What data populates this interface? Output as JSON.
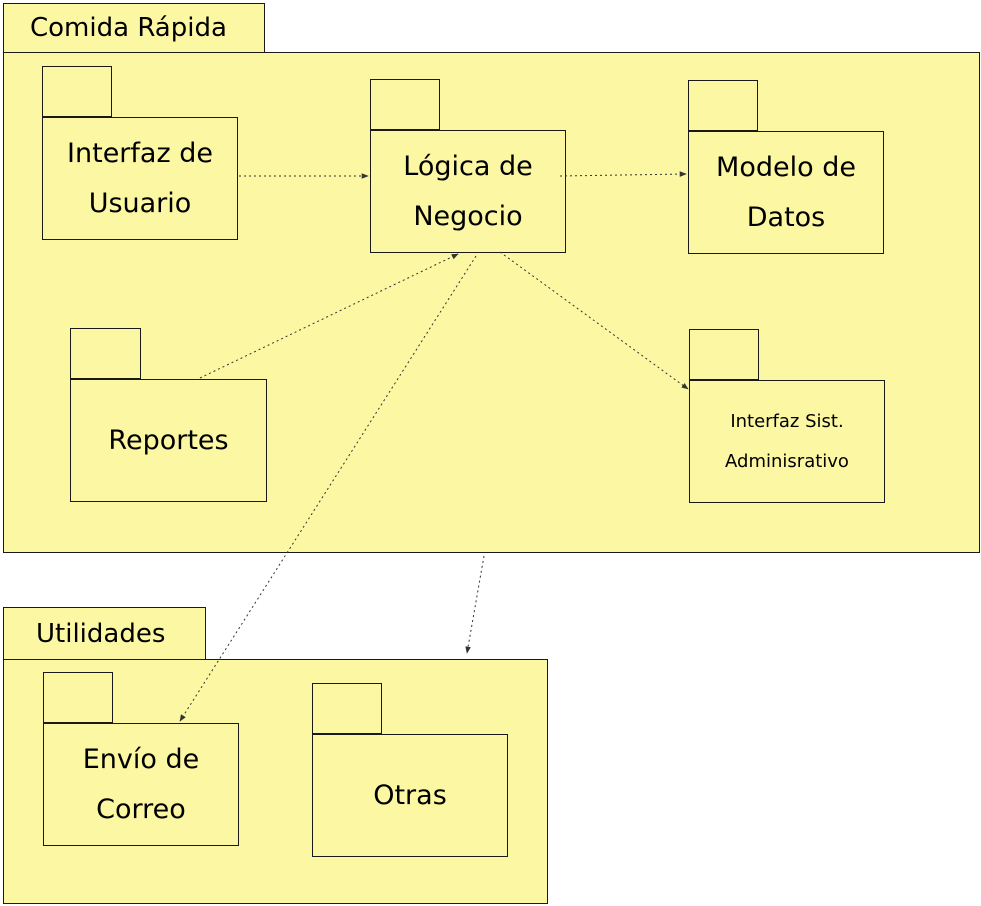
{
  "diagram": {
    "packages": {
      "main": {
        "label": "Comida Rápida"
      },
      "utilities": {
        "label": "Utilidades"
      }
    },
    "modules": {
      "ui": {
        "line1": "Interfaz de",
        "line2": "Usuario"
      },
      "logic": {
        "line1": "Lógica de",
        "line2": "Negocio"
      },
      "model": {
        "line1": "Modelo de",
        "line2": "Datos"
      },
      "reports": {
        "line1": "Reportes"
      },
      "admin": {
        "line1": "Interfaz Sist.",
        "line2": "Adminisrativo"
      },
      "mail": {
        "line1": "Envío de",
        "line2": "Correo"
      },
      "other": {
        "line1": "Otras"
      }
    },
    "dependencies": [
      {
        "from": "Interfaz de Usuario",
        "to": "Lógica de Negocio"
      },
      {
        "from": "Lógica de Negocio",
        "to": "Modelo de Datos"
      },
      {
        "from": "Reportes",
        "to": "Lógica de Negocio"
      },
      {
        "from": "Lógica de Negocio",
        "to": "Interfaz Sist. Adminisrativo"
      },
      {
        "from": "Lógica de Negocio",
        "to": "Envío de Correo"
      },
      {
        "from": "Comida Rápida",
        "to": "Utilidades"
      }
    ],
    "colors": {
      "fill": "#fbf7a2",
      "stroke": "#1a1a1a",
      "arrow": "#333333"
    }
  }
}
